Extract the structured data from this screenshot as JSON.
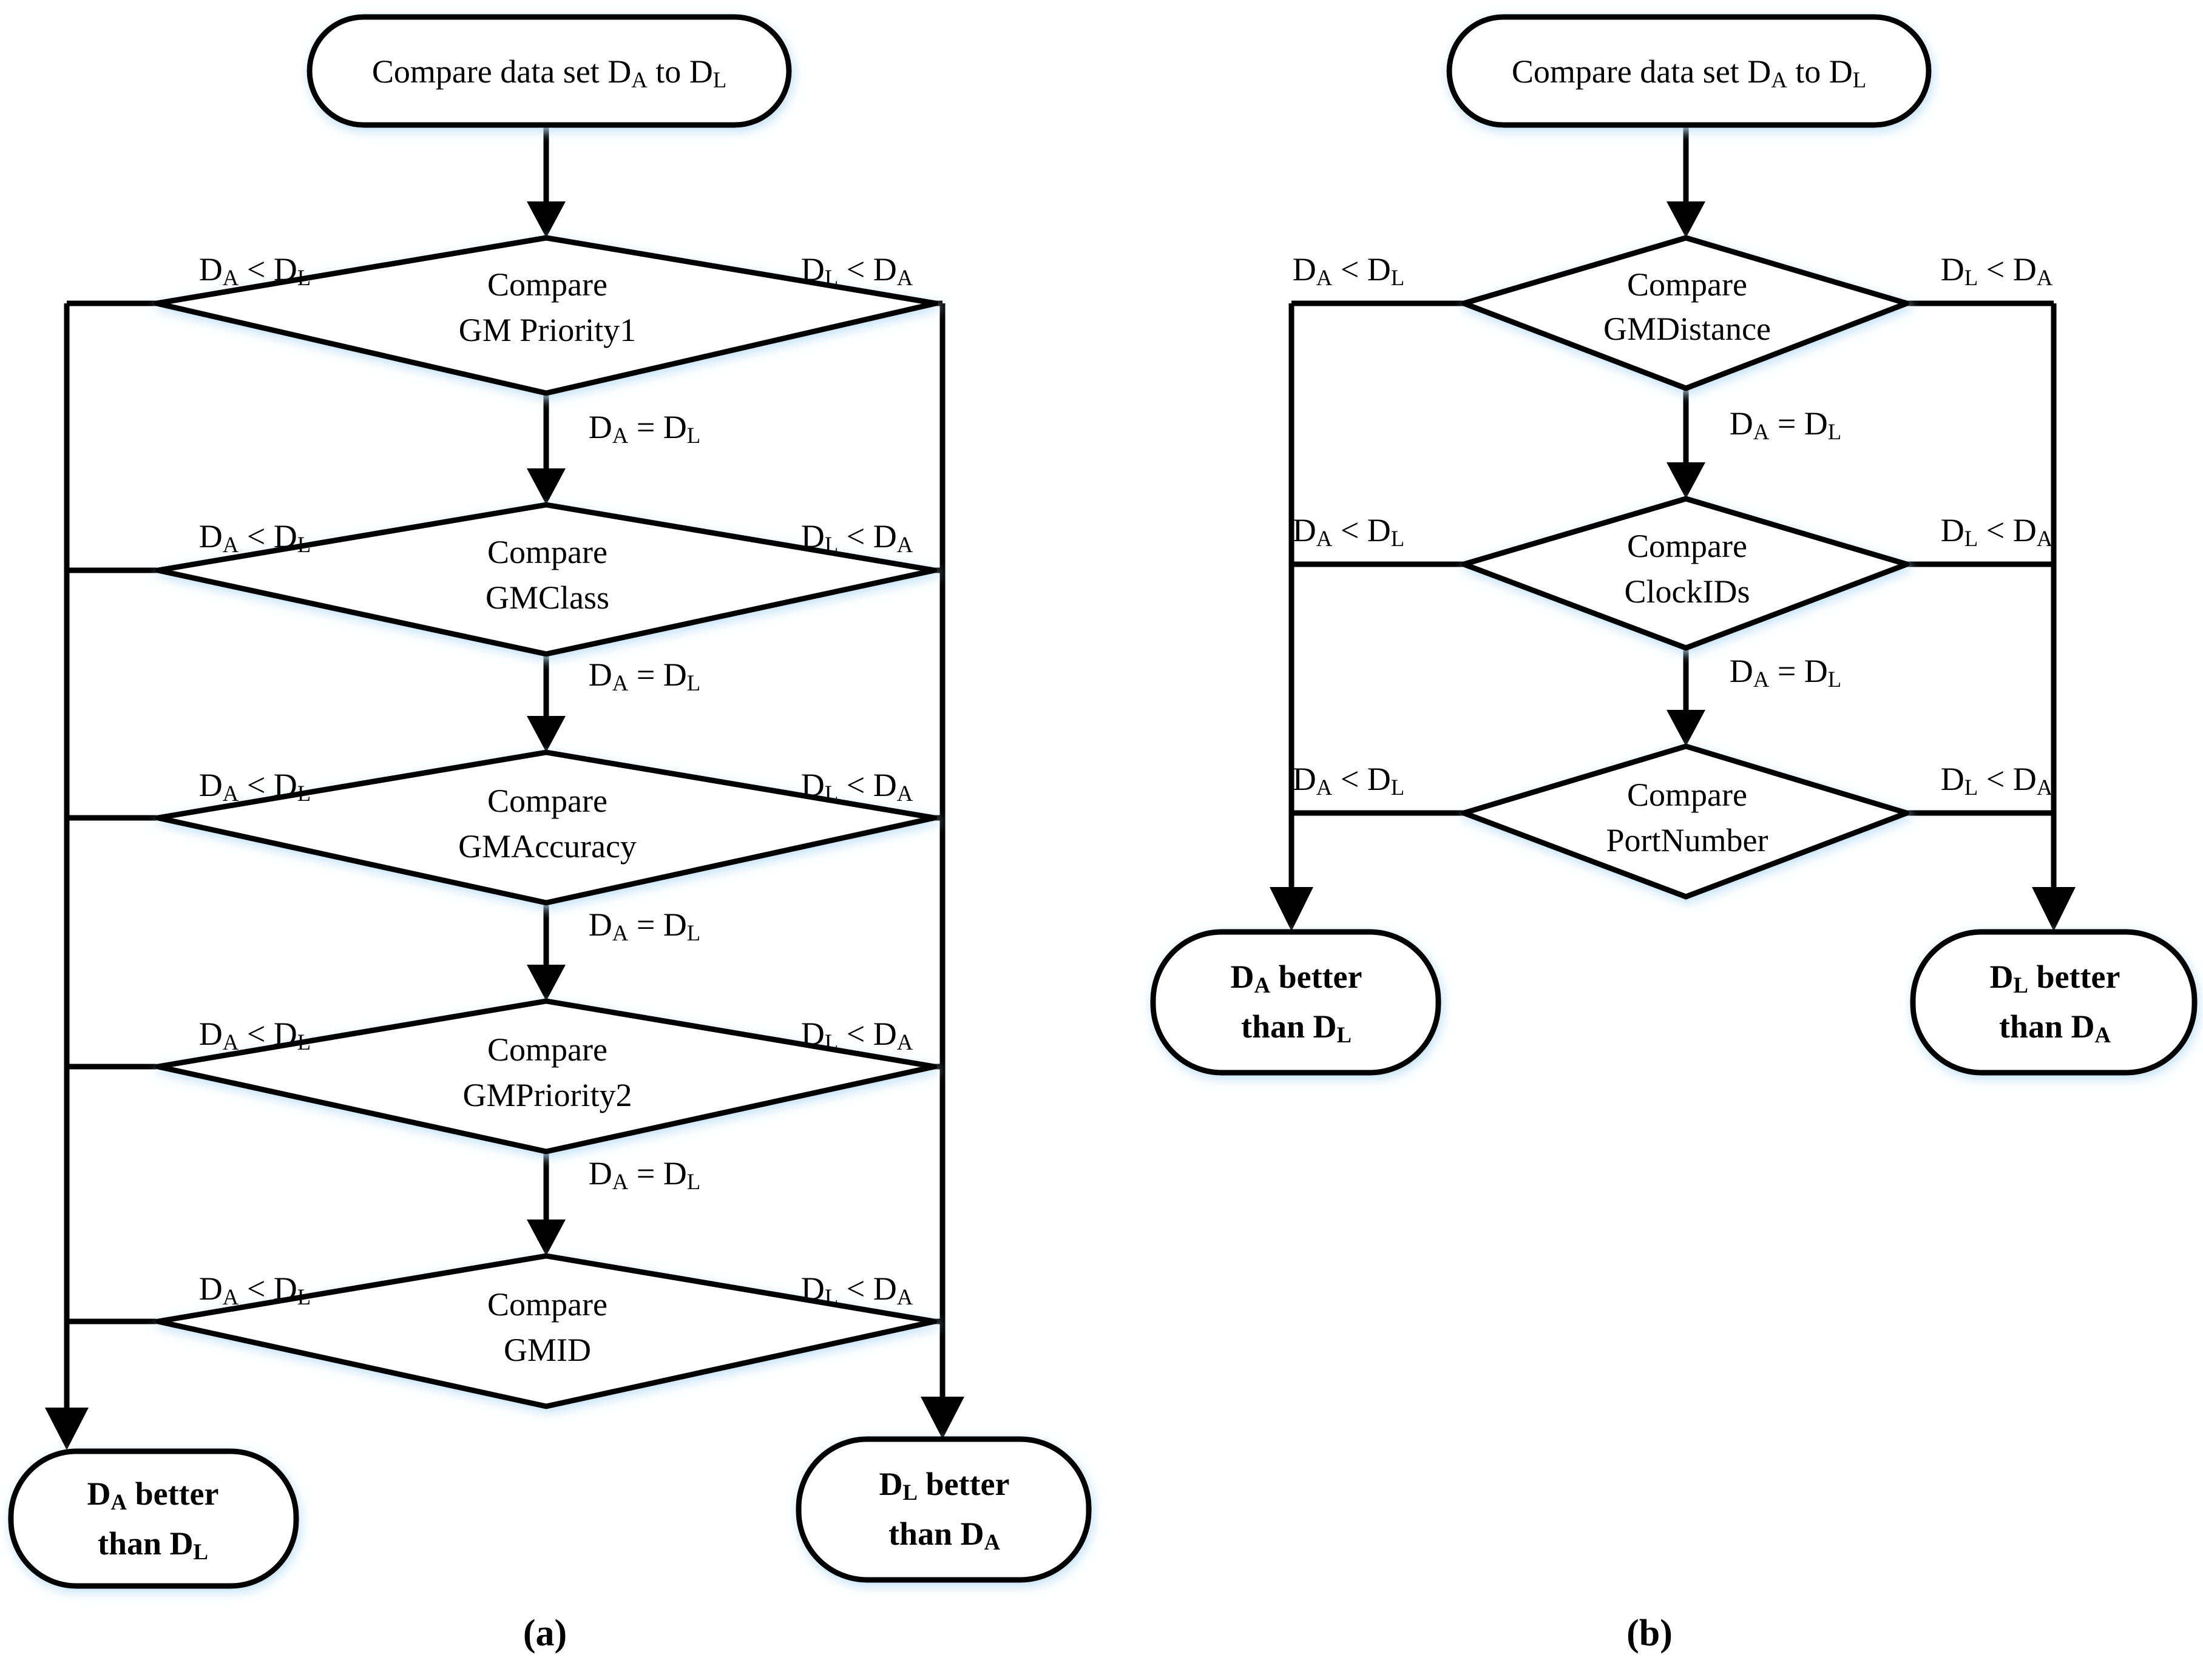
{
  "figure": {
    "panels": [
      {
        "id": "panel-a",
        "label": "(a)",
        "start": {
          "text": "Compare data set D_A to D_L"
        },
        "decisions": [
          {
            "line1": "Compare",
            "line2": "GM Priority1"
          },
          {
            "line1": "Compare",
            "line2": "GMClass"
          },
          {
            "line1": "Compare",
            "line2": "GMAccuracy"
          },
          {
            "line1": "Compare",
            "line2": "GMPriority2"
          },
          {
            "line1": "Compare",
            "line2": "GMID"
          }
        ],
        "terminals": {
          "left": {
            "line1": "D_A better",
            "line2": "than D_L"
          },
          "right": {
            "line1": "D_L better",
            "line2": "than D_A"
          }
        },
        "edge_labels": {
          "left": "D_A < D_L",
          "right": "D_L < D_A",
          "down": "D_A = D_L"
        }
      },
      {
        "id": "panel-b",
        "label": "(b)",
        "start": {
          "text": "Compare data set D_A to D_L"
        },
        "decisions": [
          {
            "line1": "Compare",
            "line2": "GMDistance"
          },
          {
            "line1": "Compare",
            "line2": "ClockIDs"
          },
          {
            "line1": "Compare",
            "line2": "PortNumber"
          }
        ],
        "terminals": {
          "left": {
            "line1": "D_A better",
            "line2": "than D_L"
          },
          "right": {
            "line1": "D_L better",
            "line2": "than D_A"
          }
        },
        "edge_labels": {
          "left": "D_A < D_L",
          "right": "D_L < D_A",
          "down": "D_A = D_L"
        }
      }
    ],
    "symbols": {
      "less_than": "<",
      "equals": "=",
      "sub_a": "A",
      "sub_l": "L",
      "var_d": "D"
    },
    "colors": {
      "stroke": "#000000",
      "fill": "#ffffff",
      "background": "#ffffff",
      "glow": "#d7ecfb"
    }
  }
}
